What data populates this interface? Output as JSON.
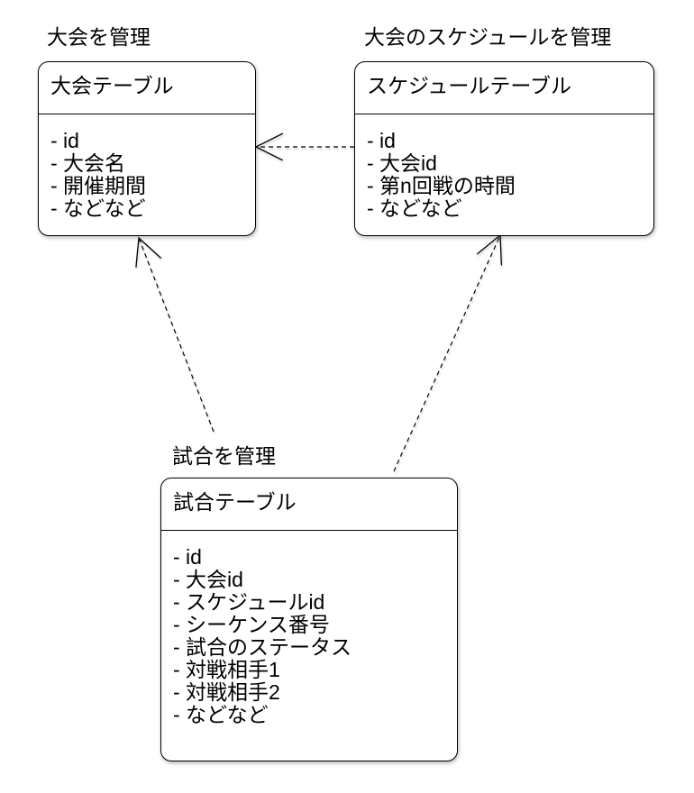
{
  "diagram": {
    "tables": [
      {
        "key": "tournament",
        "caption": "大会を管理",
        "title": "大会テーブル",
        "fields": [
          "- id",
          "- 大会名",
          "- 開催期間",
          "- などなど"
        ]
      },
      {
        "key": "schedule",
        "caption": "大会のスケジュールを管理",
        "title": "スケジュールテーブル",
        "fields": [
          "- id",
          "- 大会id",
          "- 第n回戦の時間",
          "- などなど"
        ]
      },
      {
        "key": "match",
        "caption": "試合を管理",
        "title": "試合テーブル",
        "fields": [
          "- id",
          "- 大会id",
          "- スケジュールid",
          "- シーケンス番号",
          "- 試合のステータス",
          "- 対戦相手1",
          "- 対戦相手2",
          "- などなど"
        ]
      }
    ],
    "relations": [
      {
        "from": "schedule",
        "to": "tournament",
        "line_style": "dashed",
        "head": "open-arrow"
      },
      {
        "from": "match",
        "to": "tournament",
        "line_style": "dashed",
        "head": "open-arrow"
      },
      {
        "from": "match",
        "to": "schedule",
        "line_style": "dashed",
        "head": "open-arrow"
      }
    ],
    "colors": {
      "line": "#000000",
      "box_fill": "#ffffff",
      "text": "#000000",
      "background": "#ffffff"
    }
  }
}
